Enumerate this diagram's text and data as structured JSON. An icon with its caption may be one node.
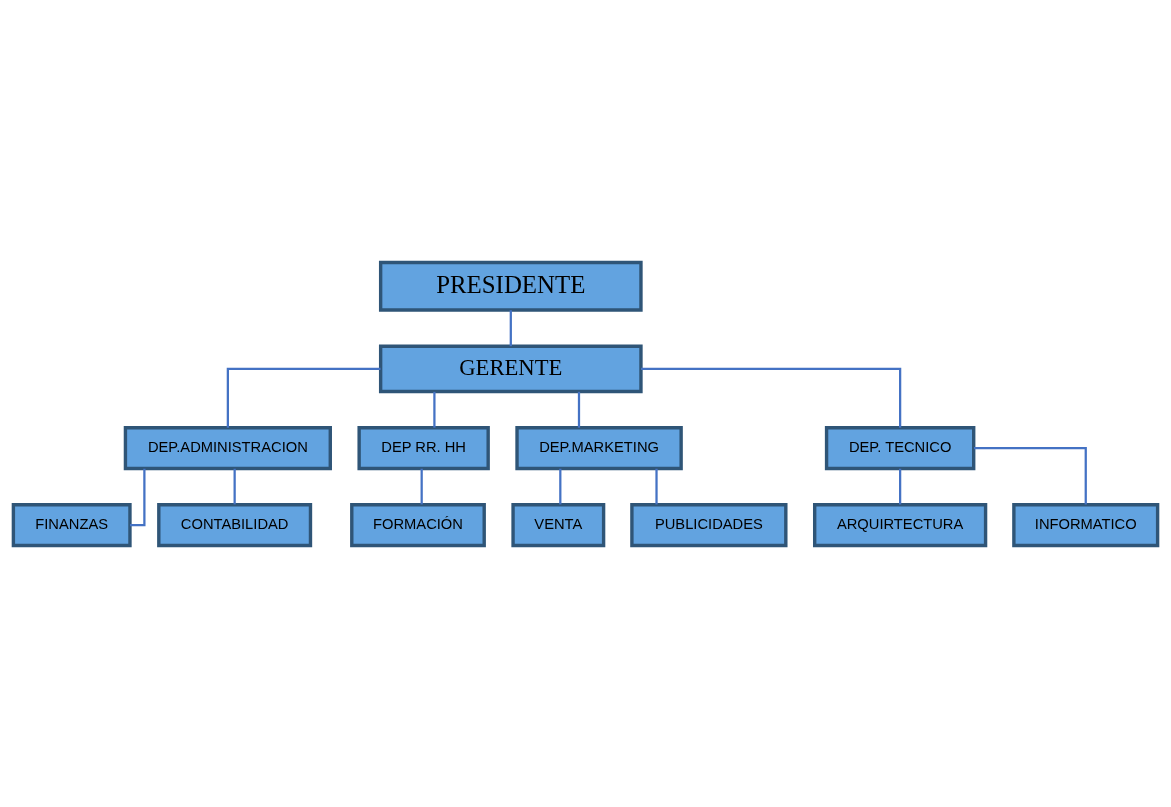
{
  "diagram": {
    "nodes": [
      {
        "text": [
          "PRESIDENTE"
        ]
      },
      {
        "text": [
          "GERENTE"
        ]
      },
      {
        "text": [
          "DEP.ADMINISTRACION"
        ]
      },
      {
        "text": [
          "DEP RR. HH"
        ]
      },
      {
        "text": [
          "DEP.MARKETING"
        ]
      },
      {
        "text": [
          "DEP. TECNICO"
        ]
      },
      {
        "text": [
          "FINANZAS"
        ]
      },
      {
        "text": [
          "CONTABILIDAD"
        ]
      },
      {
        "text": [
          "FORMACIÓN"
        ]
      },
      {
        "text": [
          "VENTA"
        ]
      },
      {
        "text": [
          "PUBLICIDADES"
        ]
      },
      {
        "text": [
          "ARQUIRTECTURA"
        ]
      },
      {
        "text": [
          "INFORMATICO"
        ]
      }
    ],
    "edges": [
      {
        "from": 0,
        "to": 1,
        "arrow": "none"
      },
      {
        "from": 1,
        "to": 2,
        "arrow": "none"
      },
      {
        "from": 1,
        "to": 3,
        "arrow": "none"
      },
      {
        "from": 1,
        "to": 4,
        "arrow": "none"
      },
      {
        "from": 1,
        "to": 5,
        "arrow": "none"
      },
      {
        "from": 2,
        "to": 6,
        "arrow": "none"
      },
      {
        "from": 2,
        "to": 7,
        "arrow": "none"
      },
      {
        "from": 3,
        "to": 8,
        "arrow": "none"
      },
      {
        "from": 4,
        "to": 9,
        "arrow": "none"
      },
      {
        "from": 4,
        "to": 10,
        "arrow": "none"
      },
      {
        "from": 5,
        "to": 11,
        "arrow": "none"
      },
      {
        "from": 5,
        "to": 12,
        "arrow": "none"
      }
    ]
  }
}
